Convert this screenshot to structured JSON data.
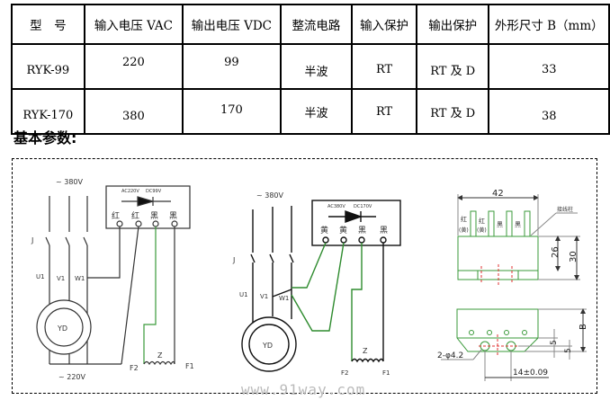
{
  "spec_table": {
    "headers": [
      "型　号",
      "输入电压 VAC",
      "输出电压 VDC",
      "整流电路",
      "输入保护",
      "输出保护",
      "外形尺寸 B（mm）"
    ],
    "rows": [
      [
        "RYK-99",
        "220",
        "99",
        "半波",
        "RT",
        "RT 及 D",
        "33"
      ],
      [
        "RYK-170",
        "380",
        "170",
        "半波",
        "RT",
        "RT 及 D",
        "38"
      ]
    ]
  },
  "section_title": "基本参数:",
  "diagram1": {
    "supply": "~ 380V",
    "module_ac": "AC220V",
    "module_dc": "DC99V",
    "terminals": [
      "红",
      "红",
      "黑",
      "黑"
    ],
    "switch": "J",
    "phases": [
      "U1",
      "V1",
      "W1"
    ],
    "motor": "YD",
    "coil": "Z",
    "f2": "F2",
    "f1": "F1",
    "output_supply": "~ 220V"
  },
  "diagram2": {
    "supply": "~ 380V",
    "module_ac": "AC380V",
    "module_dc": "DC170V",
    "terminals": [
      "黄",
      "黄",
      "黑",
      "黑"
    ],
    "switch": "J",
    "phases": [
      "U1",
      "V1",
      "W1"
    ],
    "motor": "YD",
    "coil": "Z",
    "f2": "F2",
    "f1": "F1"
  },
  "diagram3": {
    "width_dim": "42",
    "pin_labels": [
      "红",
      "(黄)",
      "红",
      "(黄)",
      "黑",
      "黑"
    ],
    "callout": "接线柱",
    "dim_26": "26",
    "dim_30": "30",
    "dim_b": "B",
    "dim_5a": "5",
    "dim_5b": "5",
    "holes": "2-φ4.2",
    "pitch": "14±0.09"
  },
  "watermark": "www.91way.com",
  "colors": {
    "wire_green": "#2e8b2e",
    "drawing_green": "#3a9a3a",
    "center_red": "#e03030"
  }
}
